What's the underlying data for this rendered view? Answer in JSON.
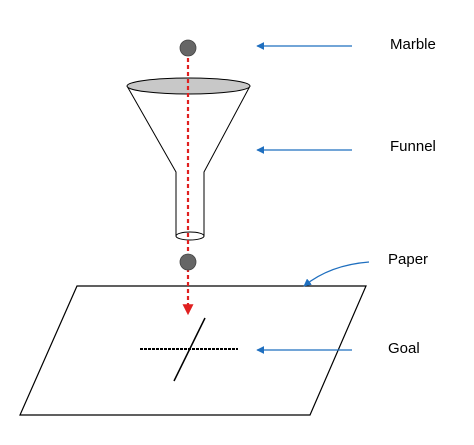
{
  "labels": {
    "marble": "Marble",
    "funnel": "Funnel",
    "paper": "Paper",
    "goal": "Goal"
  },
  "colors": {
    "arrow": "#1f6fbf",
    "drop_path": "#e02020",
    "marble": "#666666",
    "funnel_top": "#c8c8c8",
    "outline": "#000000"
  }
}
